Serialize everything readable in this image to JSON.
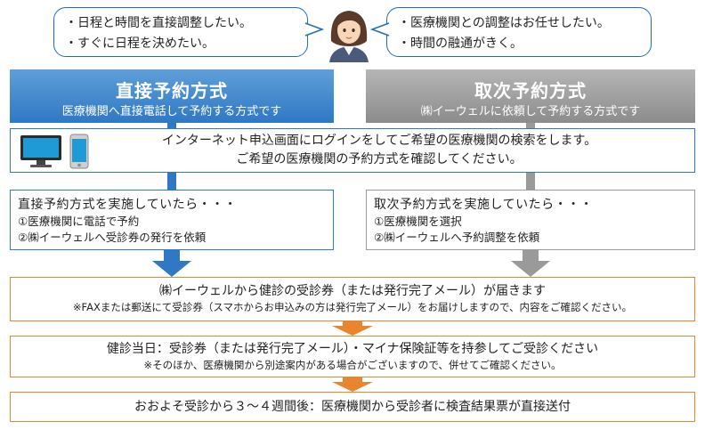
{
  "bubble_left": {
    "lines": [
      "・日程と時間を直接調整したい。",
      "・すぐに日程を決めたい。"
    ]
  },
  "bubble_right": {
    "lines": [
      "・医療機関との調整はお任せしたい。",
      "・時間の融通がきく。"
    ]
  },
  "direct_method": {
    "title": "直接予約方式",
    "subtitle": "医療機関へ直接電話して予約する方式です",
    "box_title": "直接予約方式を実施していたら・・・",
    "steps": [
      "①医療機関に電話で予約",
      "②㈱イーウェルへ受診券の発行を依頼"
    ]
  },
  "proxy_method": {
    "title": "取次予約方式",
    "subtitle": "㈱イーウェルに依頼して予約する方式です",
    "box_title": "取次予約方式を実施していたら・・・",
    "steps": [
      "①医療機関を選択",
      "②㈱イーウェルへ予約調整を依頼"
    ]
  },
  "login_step": {
    "line1": "インターネット申込画面にログインをしてご希望の医療機関の検索をします。",
    "line2": "ご希望の医療機関の予約方式を確認してください。"
  },
  "step_ticket": {
    "main": "㈱イーウェルから健診の受診券（または発行完了メール）が届きます",
    "note": "※FAXまたは郵送にて受診券（スマホからお申込みの方は発行完了メール）をお届けしますので、内容をご確認ください。"
  },
  "step_checkup": {
    "main": "健診当日：受診券（または発行完了メール）・マイナ保険証等を持参してご受診ください",
    "note": "※そのほか、医療機関から別途案内がある場合がございますので、併せてご確認ください。"
  },
  "step_result": {
    "main": "おおよそ受診から３～４週間後：医療機関から受診者に検査結果票が直接送付"
  },
  "colors": {
    "blue": "#2f78c4",
    "gray": "#9a9a9a",
    "orange": "#e8852e"
  },
  "icons": [
    "desktop-monitor-icon",
    "smartphone-icon",
    "user-avatar-icon"
  ]
}
